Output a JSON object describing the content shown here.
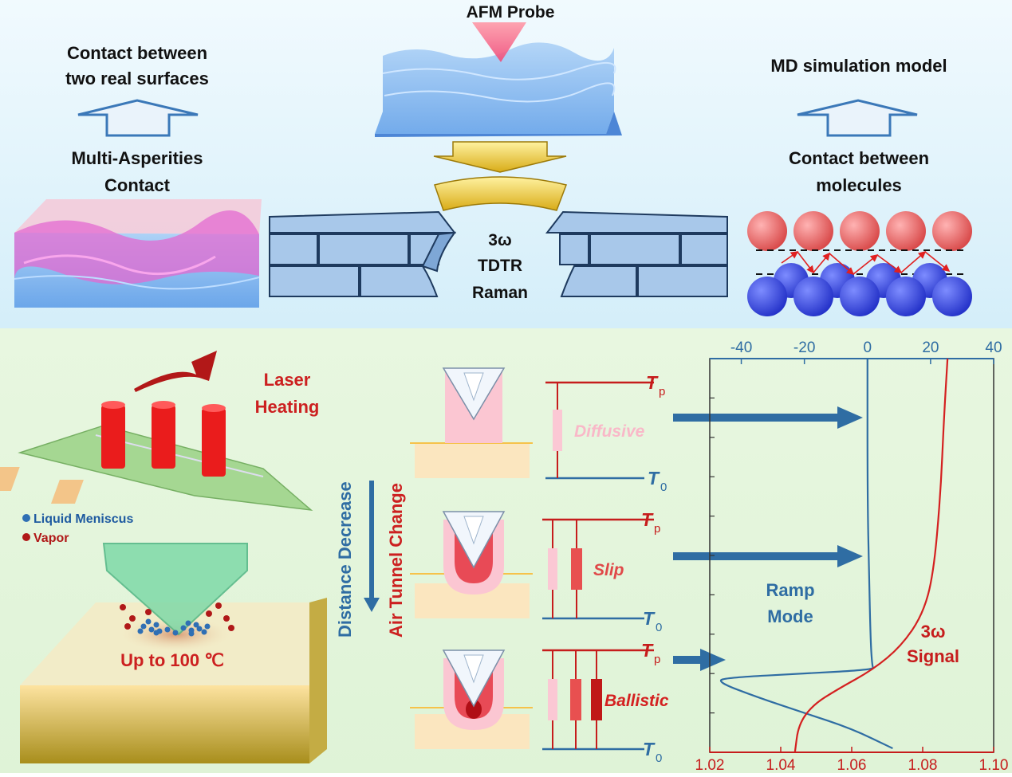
{
  "top": {
    "afm_probe": "AFM Probe",
    "contact_real_1": "Contact between",
    "contact_real_2": "two real surfaces",
    "md_model": "MD simulation model",
    "multi_asp_1": "Multi-Asperities",
    "multi_asp_2": "Contact",
    "contact_mol_1": "Contact between",
    "contact_mol_2": "molecules",
    "methods": [
      "3ω",
      "TDTR",
      "Raman"
    ]
  },
  "bottom_left": {
    "laser_1": "Laser",
    "laser_2": "Heating",
    "legend_meniscus": "Liquid Meniscus",
    "legend_vapor": "Vapor",
    "temperature": "Up to 100 ℃"
  },
  "middle": {
    "distance": "Distance Decrease",
    "air_tunnel": "Air Tunnel Change",
    "regimes": [
      "Diffusive",
      "Slip",
      "Ballistic"
    ],
    "tp_main": "T",
    "tp_sub": "p",
    "t0_main": "T",
    "t0_sub": "0"
  },
  "chart_data": {
    "type": "line",
    "top_axis_ticks": [
      "-40",
      "-20",
      "0",
      "20",
      "40"
    ],
    "bottom_axis_ticks": [
      "1.02",
      "1.04",
      "1.06",
      "1.08",
      "1.10"
    ],
    "top_axis_range": [
      -50,
      40
    ],
    "bottom_axis_range": [
      1.02,
      1.1
    ],
    "series": [
      {
        "name": "Ramp Mode",
        "axis": "top",
        "color": "#2f6da3",
        "points": [
          [
            0,
            0
          ],
          [
            0,
            0.35
          ],
          [
            0.5,
            0.55
          ],
          [
            1,
            0.72
          ],
          [
            1.5,
            0.78
          ],
          [
            2,
            0.79
          ],
          [
            -20,
            0.8
          ],
          [
            -44,
            0.81
          ],
          [
            -48,
            0.82
          ],
          [
            -35,
            0.86
          ],
          [
            -20,
            0.9
          ],
          [
            -5,
            0.94
          ],
          [
            8,
            0.99
          ]
        ]
      },
      {
        "name": "3ω Signal",
        "axis": "bottom",
        "color": "#d42020",
        "points": [
          [
            1.087,
            0
          ],
          [
            1.086,
            0.15
          ],
          [
            1.085,
            0.35
          ],
          [
            1.083,
            0.55
          ],
          [
            1.08,
            0.65
          ],
          [
            1.074,
            0.73
          ],
          [
            1.066,
            0.79
          ],
          [
            1.056,
            0.84
          ],
          [
            1.049,
            0.88
          ],
          [
            1.045,
            0.93
          ],
          [
            1.044,
            1.0
          ]
        ]
      }
    ],
    "labels": {
      "ramp_1": "Ramp",
      "ramp_2": "Mode",
      "signal_1": "3ω",
      "signal_2": "Signal"
    }
  },
  "colors": {
    "top_bg": "#def2fb",
    "bottom_bg": "#e3f5d9",
    "ramp": "#2f6da3",
    "signal": "#d42020",
    "wall_fill": "#a8c8ea"
  }
}
